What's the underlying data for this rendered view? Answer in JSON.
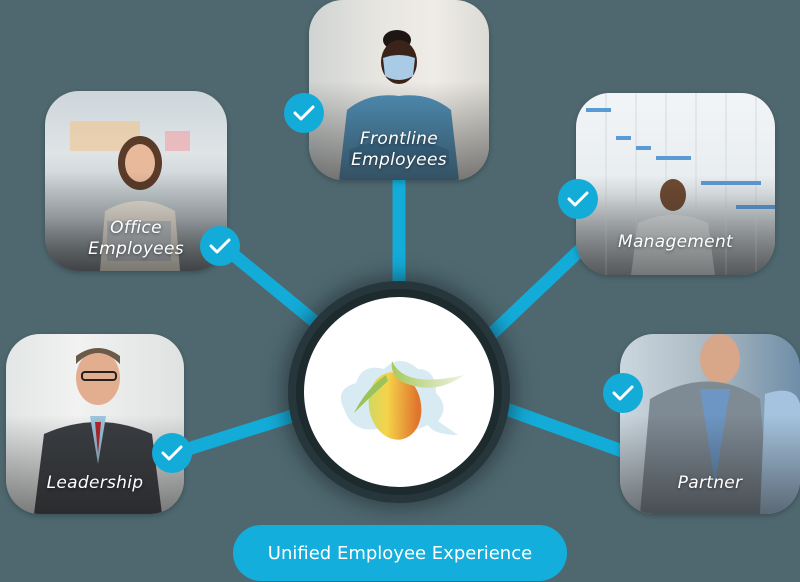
{
  "diagram": {
    "title": "Unified Employee Experience",
    "center": {
      "name": "mango-cloud-logo"
    },
    "colors": {
      "background": "#4f6870",
      "accent": "#13aedb",
      "center": "#ffffff"
    },
    "nodes": [
      {
        "id": "frontline",
        "label_line1": "Frontline",
        "label_line2": "Employees",
        "checked": true
      },
      {
        "id": "office",
        "label_line1": "Office",
        "label_line2": "Employees",
        "checked": true
      },
      {
        "id": "management",
        "label_line1": "Management",
        "label_line2": "",
        "checked": true
      },
      {
        "id": "leadership",
        "label_line1": "Leadership",
        "label_line2": "",
        "checked": true
      },
      {
        "id": "partner",
        "label_line1": "Partner",
        "label_line2": "",
        "checked": true
      }
    ]
  }
}
